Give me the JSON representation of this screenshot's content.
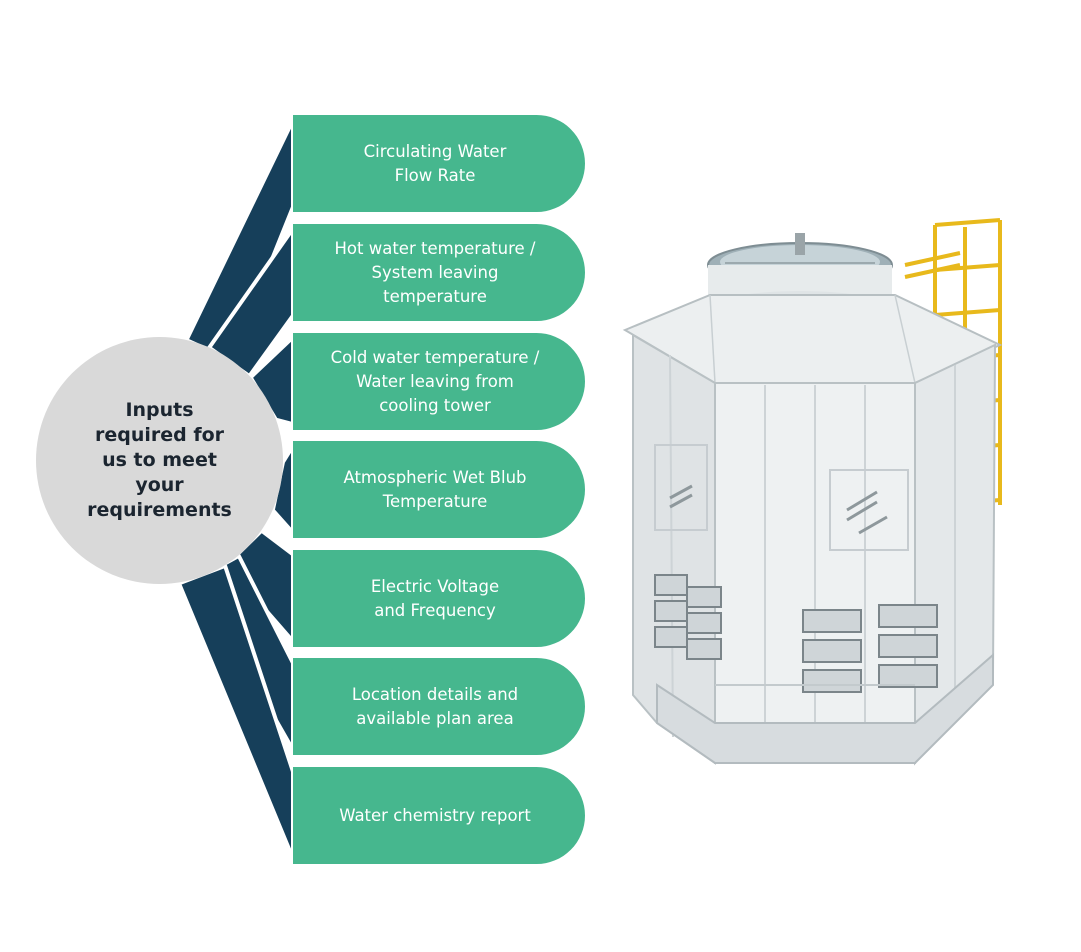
{
  "colors": {
    "pill_fill": "#46b78e",
    "pill_text": "#ffffff",
    "ray_fill": "#163f5a",
    "circle_fill": "#d9d9d9",
    "circle_text": "#1b2530",
    "background": "#ffffff"
  },
  "center": {
    "label": "Inputs required for us to meet your requirements"
  },
  "items": [
    {
      "label": "Circulating Water\nFlow Rate"
    },
    {
      "label": "Hot water temperature /\nSystem leaving\ntemperature"
    },
    {
      "label": "Cold water temperature /\nWater leaving from\ncooling tower"
    },
    {
      "label": "Atmospheric Wet Blub\nTemperature"
    },
    {
      "label": "Electric Voltage\nand Frequency"
    },
    {
      "label": "Location details and\navailable plan area"
    },
    {
      "label": "Water chemistry report"
    }
  ],
  "illustration": {
    "icon": "cooling-tower-illustration"
  }
}
